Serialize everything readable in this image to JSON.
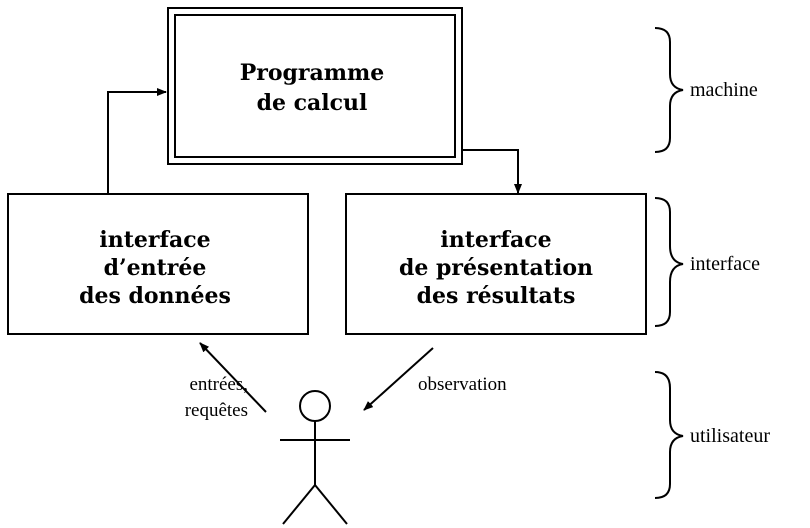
{
  "boxes": {
    "program": {
      "lines": [
        "Programme",
        "de calcul"
      ]
    },
    "input": {
      "lines": [
        "interface",
        "d’entrée",
        "des données"
      ]
    },
    "output": {
      "lines": [
        "interface",
        "de présentation",
        "des résultats"
      ]
    }
  },
  "edge_labels": {
    "input_lines": [
      "entrées,",
      "requêtes"
    ],
    "observation": "observation"
  },
  "levels": {
    "machine": "machine",
    "interface": "interface",
    "user": "utilisateur"
  }
}
